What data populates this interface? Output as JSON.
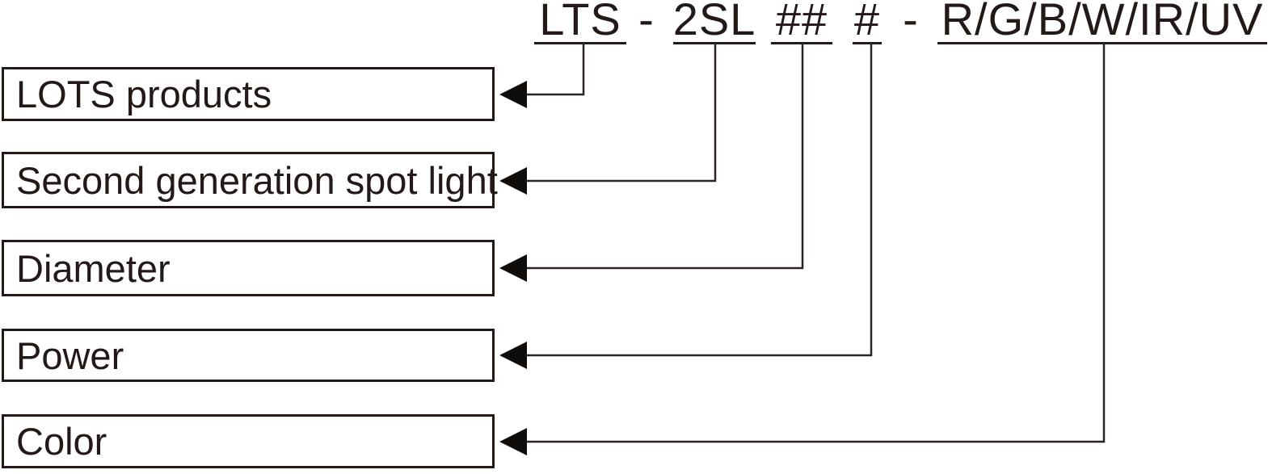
{
  "part_code": {
    "series": "LTS",
    "separator_1": "-",
    "generation": "2SL",
    "diameter_placeholder": "##",
    "power_placeholder": "#",
    "separator_2": "-",
    "color_options": "R/G/B/W/IR/UV"
  },
  "legend_labels": {
    "series": "LOTS products",
    "generation": "Second generation spot light",
    "diameter": "Diameter",
    "power": "Power",
    "color": "Color"
  },
  "colors": {
    "ink": "#231916",
    "background": "#ffffff"
  }
}
